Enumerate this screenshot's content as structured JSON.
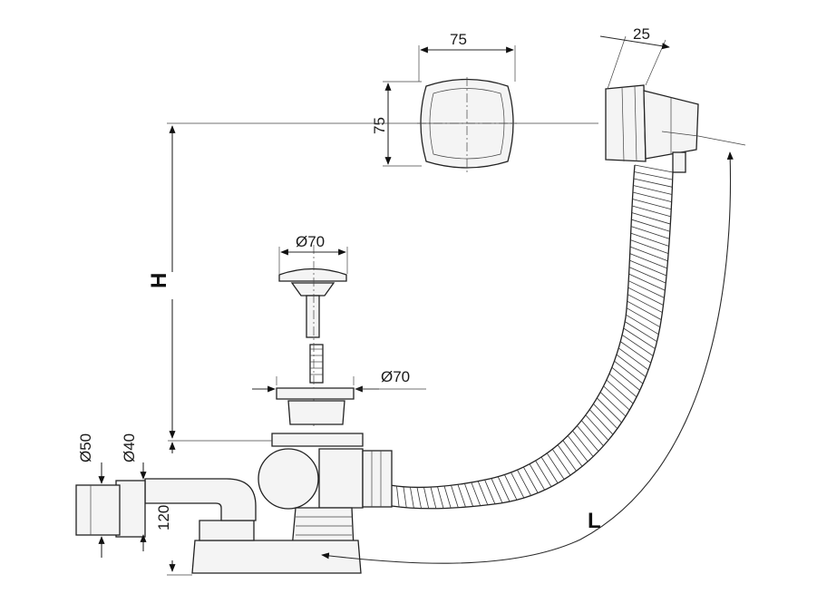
{
  "dimensions": {
    "overflow_cap_width": "75",
    "overflow_cap_height": "75",
    "overflow_depth": "25",
    "plug_diameter": "Ø70",
    "drain_flange_diameter": "Ø70",
    "height_H": "H",
    "length_L": "L",
    "outlet_outer_diameter": "Ø50",
    "outlet_inner_diameter": "Ø40",
    "trap_height": "120"
  }
}
